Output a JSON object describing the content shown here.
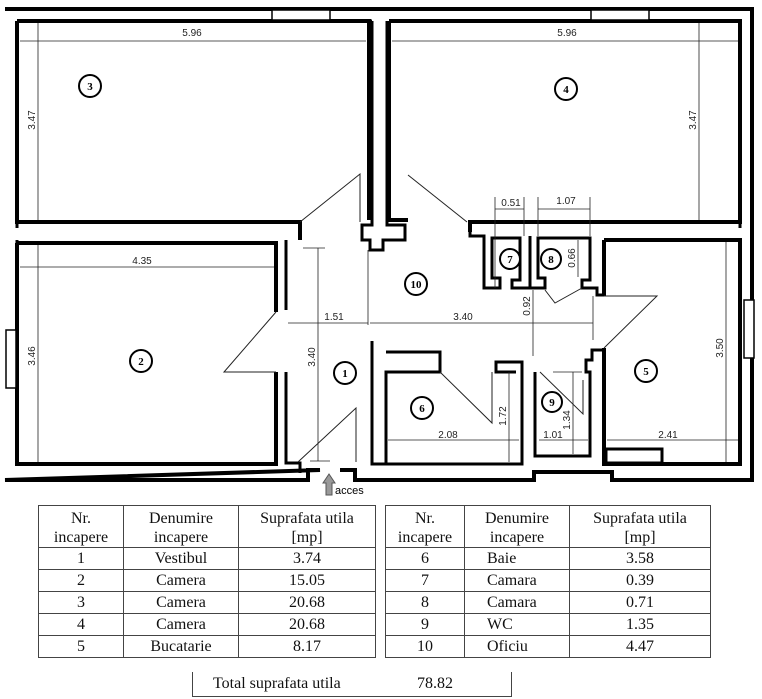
{
  "plan": {
    "rooms": [
      {
        "id": "1",
        "label": "1"
      },
      {
        "id": "2",
        "label": "2"
      },
      {
        "id": "3",
        "label": "3"
      },
      {
        "id": "4",
        "label": "4"
      },
      {
        "id": "5",
        "label": "5"
      },
      {
        "id": "6",
        "label": "6"
      },
      {
        "id": "7",
        "label": "7"
      },
      {
        "id": "8",
        "label": "8"
      },
      {
        "id": "9",
        "label": "9"
      },
      {
        "id": "10",
        "label": "10"
      }
    ],
    "dimensions": {
      "room3_width": "5.96",
      "room3_height": "3.47",
      "room4_width": "5.96",
      "room4_height": "3.47",
      "room2_width": "4.35",
      "room2_height": "3.46",
      "room7_width": "0.51",
      "room8_width": "1.07",
      "room8_height": "0.66",
      "hall_1_width": "1.51",
      "hall_10_width": "3.40",
      "hall_1_height": "3.40",
      "corridor_092": "0.92",
      "room5_height": "3.50",
      "room5_width": "2.41",
      "room6_width": "2.08",
      "room6_height": "1.72",
      "room9_width": "1.01",
      "room9_height": "1.34"
    },
    "access_label": "acces"
  },
  "table": {
    "headers": {
      "nr": [
        "Nr.",
        "incapere"
      ],
      "name": [
        "Denumire",
        "incapere"
      ],
      "area": [
        "Suprafata utila",
        "[mp]"
      ]
    },
    "left_rows": [
      {
        "nr": "1",
        "name": "Vestibul",
        "area": "3.74"
      },
      {
        "nr": "2",
        "name": "Camera",
        "area": "15.05"
      },
      {
        "nr": "3",
        "name": "Camera",
        "area": "20.68"
      },
      {
        "nr": "4",
        "name": "Camera",
        "area": "20.68"
      },
      {
        "nr": "5",
        "name": "Bucatarie",
        "area": "8.17"
      }
    ],
    "right_rows": [
      {
        "nr": "6",
        "name": "Baie",
        "area": "3.58"
      },
      {
        "nr": "7",
        "name": "Camara",
        "area": "0.39"
      },
      {
        "nr": "8",
        "name": "Camara",
        "area": "0.71"
      },
      {
        "nr": "9",
        "name": "WC",
        "area": "1.35"
      },
      {
        "nr": "10",
        "name": "Oficiu",
        "area": "4.47"
      }
    ],
    "total_label": "Total suprafata utila",
    "total_value": "78.82"
  }
}
